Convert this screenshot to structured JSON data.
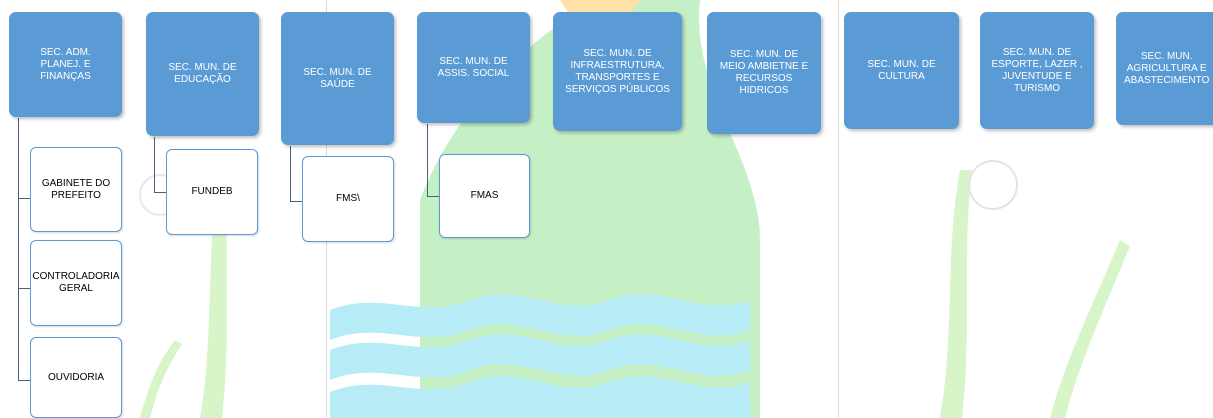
{
  "secretarias": [
    {
      "id": "adm",
      "label": "SEC. ADM.\nPLANEJ. E\nFINANÇAS"
    },
    {
      "id": "educacao",
      "label": "SEC. MUN. DE\nEDUCAÇÃO"
    },
    {
      "id": "saude",
      "label": "SEC. MUN. DE\nSAÚDE"
    },
    {
      "id": "assis",
      "label": "SEC. MUN. DE\nASSIS. SOCIAL"
    },
    {
      "id": "infra",
      "label": "SEC. MUN. DE\nINFRAESTRUTURA,\nTRANSPORTES E\nSERVIÇOS PÚBLICOS"
    },
    {
      "id": "meio",
      "label": "SEC. MUN. DE\nMEIO AMBIETNE E\nRECURSOS\nHIDRICOS"
    },
    {
      "id": "cultura",
      "label": "SEC. MUN. DE\nCULTURA"
    },
    {
      "id": "esporte",
      "label": "SEC. MUN. DE\nESPORTE, LAZER ,\nJUVENTUDE E\nTURISMO"
    },
    {
      "id": "agricultura",
      "label": "SEC. MUN.\nAGRICULTURA E\nABASTECIMENTO"
    }
  ],
  "subordinados": [
    {
      "id": "gabinete",
      "parent": "adm",
      "label": "GABINETE DO\nPREFEITO"
    },
    {
      "id": "controladoria",
      "parent": "adm",
      "label": "CONTROLADORIA\nGERAL"
    },
    {
      "id": "ouvidoria",
      "parent": "adm",
      "label": "OUVIDORIA"
    },
    {
      "id": "fundeb",
      "parent": "educacao",
      "label": "FUNDEB"
    },
    {
      "id": "fms",
      "parent": "saude",
      "label": "FMS\\"
    },
    {
      "id": "fmas",
      "parent": "assis",
      "label": "FMAS"
    }
  ],
  "colors": {
    "box_fill": "#5b9bd5",
    "connector": "#475f7a",
    "background_green": "#8fdf8f",
    "background_yellow": "#ffd27a",
    "background_cyan": "#9fe3f2"
  }
}
